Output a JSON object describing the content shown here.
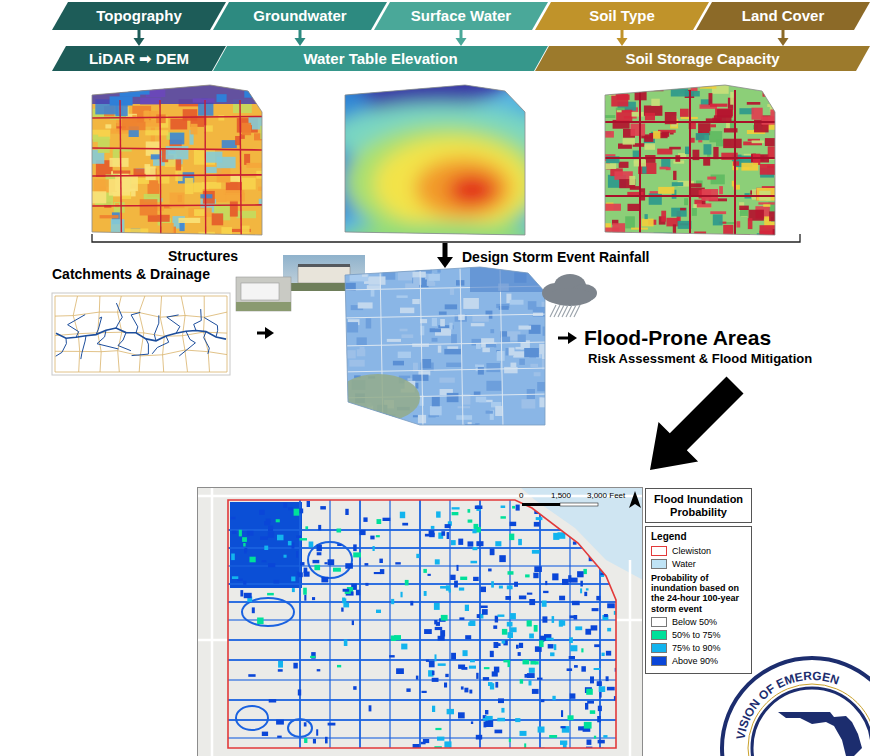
{
  "diagram": {
    "nodes": [
      {
        "text": [
          "Topography"
        ]
      },
      {
        "text": [
          "Groundwater"
        ]
      },
      {
        "text": [
          "Surface Water"
        ]
      },
      {
        "text": [
          "Soil Type"
        ]
      },
      {
        "text": [
          "Land Cover"
        ]
      },
      {
        "text": [
          "LiDAR ➡ DEM"
        ]
      },
      {
        "text": [
          "Water Table Elevation"
        ]
      },
      {
        "text": [
          "Soil Storage Capacity"
        ]
      },
      {
        "text": [
          "Flood Inundation Probability"
        ]
      },
      {
        "text": [
          "Legend",
          "Probability of inundation based on the 24-hour 100-year storm event"
        ]
      }
    ],
    "edges": [
      {
        "from": 0,
        "to": 5,
        "arrow": "to"
      },
      {
        "from": 1,
        "to": 6,
        "arrow": "to"
      },
      {
        "from": 2,
        "to": 6,
        "arrow": "to"
      },
      {
        "from": 3,
        "to": 7,
        "arrow": "to"
      },
      {
        "from": 4,
        "to": 7,
        "arrow": "to"
      }
    ],
    "labels": [
      "Structures",
      "Catchments & Drainage",
      "Design Storm Event Rainfall",
      "Flood-Prone Areas",
      "Risk Assessment & Flood Mitigation",
      "0",
      "1,500",
      "3,000 Feet",
      "VISION OF EMERGEN"
    ],
    "legend": [
      {
        "text": "Clewiston"
      },
      {
        "text": "Water",
        "color": "#bfe3f5"
      },
      {
        "text": "Below 50%",
        "color": "#ffffff"
      },
      {
        "text": "50% to 75%",
        "color": "#00e09a"
      },
      {
        "text": "75% to 90%",
        "color": "#12b4ee"
      },
      {
        "text": "Above 90%",
        "color": "#0a46d8"
      }
    ]
  }
}
